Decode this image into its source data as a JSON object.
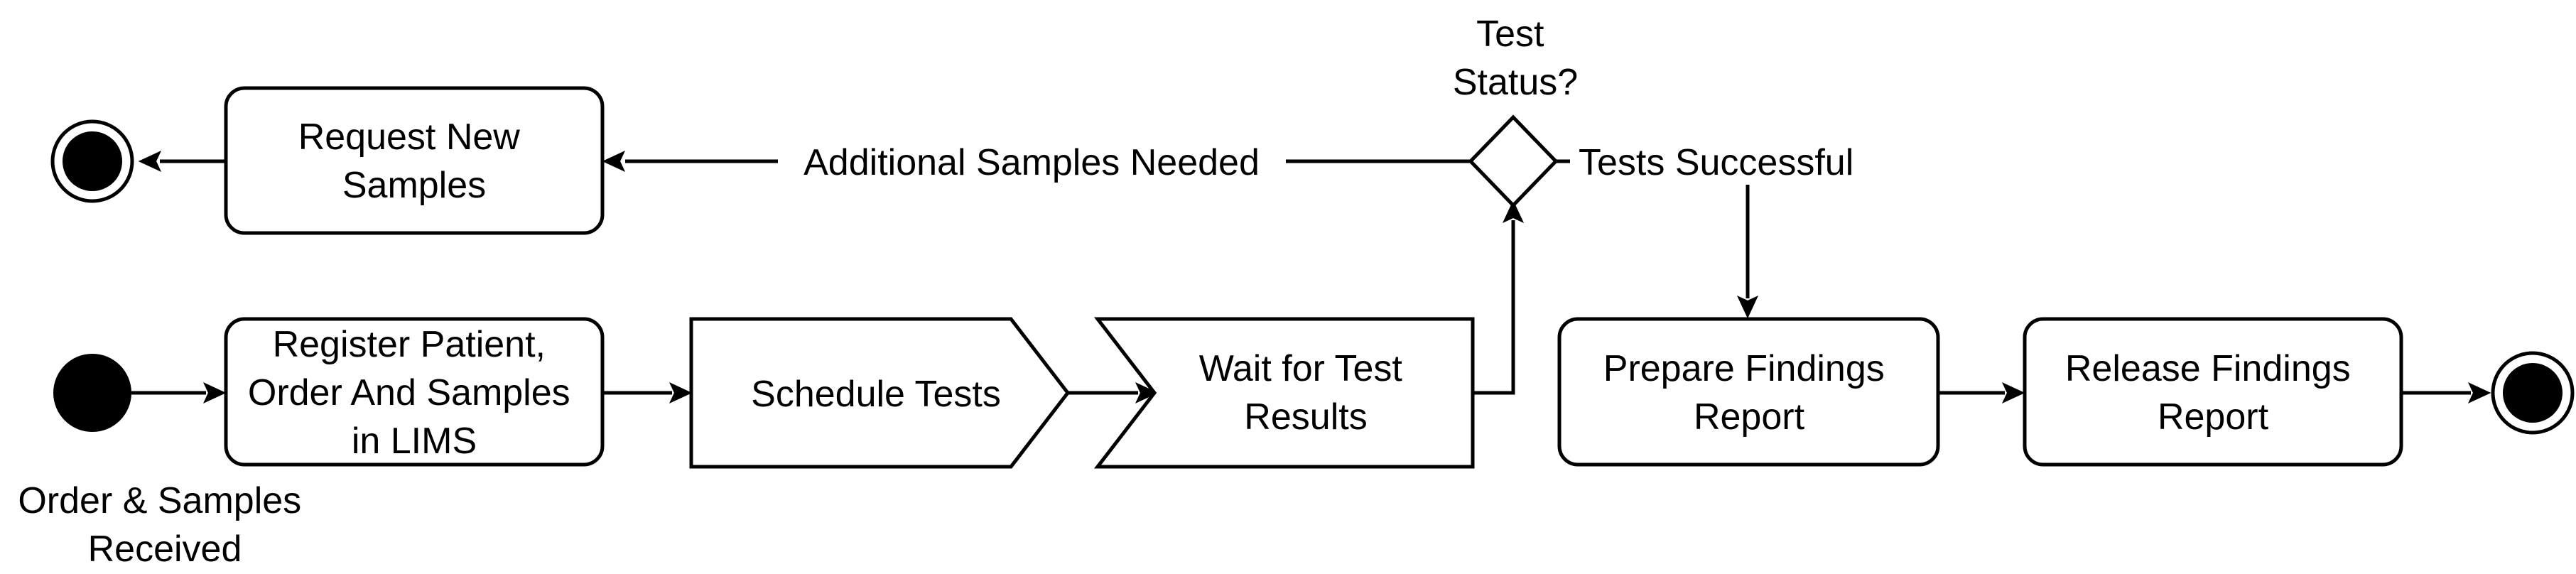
{
  "nodes": {
    "start_label": [
      "Order & Samples",
      "Received"
    ],
    "register": [
      "Register Patient,",
      "Order And Samples",
      "in LIMS"
    ],
    "schedule": [
      "Schedule Tests"
    ],
    "wait": [
      "Wait for Test",
      "Results"
    ],
    "decision": [
      "Test",
      "Status?"
    ],
    "request": [
      "Request New",
      "Samples"
    ],
    "prepare": [
      "Prepare Findings",
      "Report"
    ],
    "release": [
      "Release Findings",
      "Report"
    ]
  },
  "edges": {
    "additional": "Additional Samples Needed",
    "successful": "Tests Successful"
  }
}
